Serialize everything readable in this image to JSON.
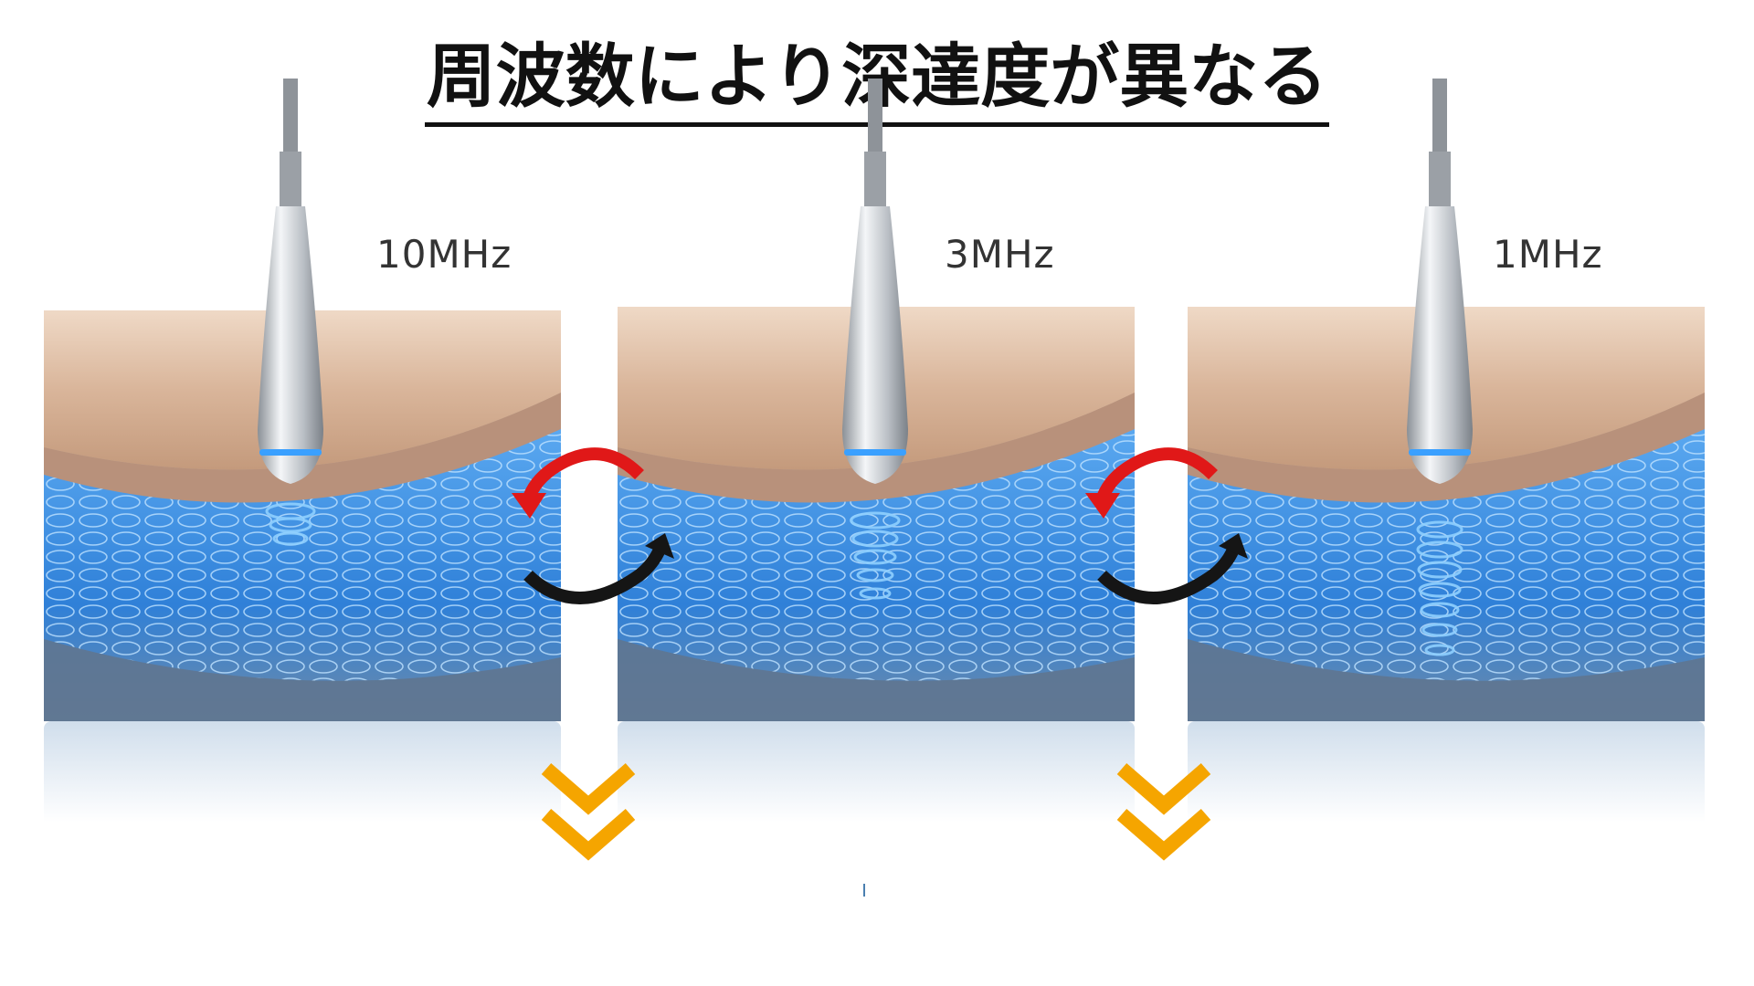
{
  "title": "周波数により深達度が異なる",
  "panels": [
    {
      "frequency": "10MHz",
      "penetration_depth": "shallow"
    },
    {
      "frequency": "3MHz",
      "penetration_depth": "medium"
    },
    {
      "frequency": "1MHz",
      "penetration_depth": "deep"
    }
  ],
  "icons": {
    "transition_arrow": "red-black-circular-arrow-icon",
    "down_chevron": "orange-double-chevron-down-icon"
  },
  "colors": {
    "skin": "#d9b59a",
    "tissue_blue": "#3a8fe0",
    "probe_silver": "#c8ccd0",
    "probe_ring": "#3aa0ff",
    "chevron": "#f5a500",
    "arrow_red": "#e01818",
    "arrow_black": "#151515"
  }
}
